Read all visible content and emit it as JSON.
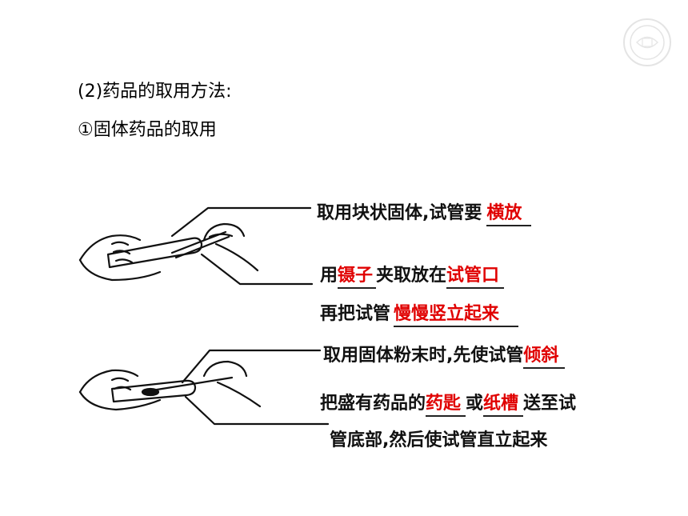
{
  "heading": {
    "line1": "(2)药品的取用方法:",
    "line2": "①固体药品的取用"
  },
  "block1": {
    "l1_text": "取用块状固体,试管要",
    "l1_ans": "横放",
    "l2_pre": "用",
    "l2_ans1": "镊子",
    "l2_mid": "夹取放在",
    "l2_ans2": "试管口",
    "l3_pre": "再把试管",
    "l3_ans": "慢慢竖立起来"
  },
  "block2": {
    "l1_text": "取用固体粉末时,先使试管",
    "l1_ans": "倾斜",
    "l2_pre": "把盛有药品的",
    "l2_ans1": "药匙",
    "l2_mid": "或",
    "l2_ans2": "纸槽",
    "l2_post": "送至试",
    "l3_text": "管底部,然后使试管直立起来"
  },
  "colors": {
    "answer": "#e00000",
    "text": "#111111"
  },
  "icons": [
    "school-seal-watermark",
    "hands-tweezers-test-tube-illustration",
    "hands-spoon-test-tube-illustration"
  ]
}
